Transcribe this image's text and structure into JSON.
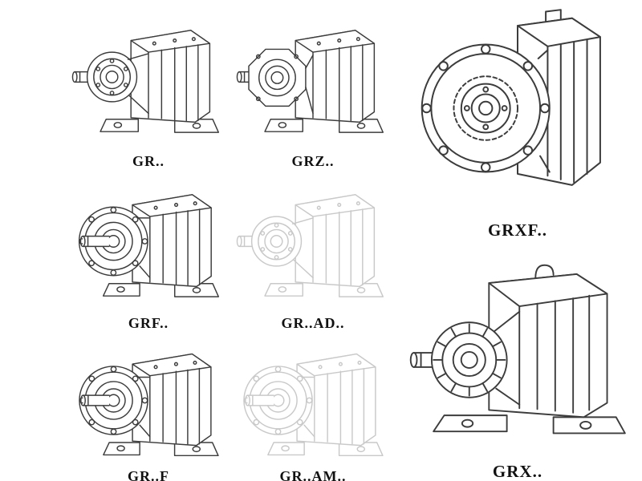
{
  "page": {
    "background": "#ffffff",
    "line_color_dark": "#3c3c3c",
    "line_color_light": "#c9c9c9",
    "label_color": "#111111"
  },
  "catalog": {
    "items": [
      {
        "id": "gr",
        "label": "GR..",
        "drawing": "foot-mounted-helical-gear-unit",
        "tone": "dark"
      },
      {
        "id": "grz",
        "label": "GRZ..",
        "drawing": "foot-mounted-gear-unit-octagonal-face",
        "tone": "dark"
      },
      {
        "id": "grxf",
        "label": "GRXF..",
        "drawing": "flange-mounted-gear-unit-front-view",
        "tone": "dark"
      },
      {
        "id": "grf",
        "label": "GRF..",
        "drawing": "flange-mounted-gear-unit",
        "tone": "dark"
      },
      {
        "id": "gr-ad",
        "label": "GR..AD..",
        "drawing": "gear-unit-with-input-adapter-phantom",
        "tone": "light"
      },
      {
        "id": "gr-f",
        "label": "GR..F",
        "drawing": "foot-and-flange-gear-unit",
        "tone": "dark"
      },
      {
        "id": "gr-am",
        "label": "GR..AM..",
        "drawing": "gear-unit-with-adapter-flange-phantom",
        "tone": "light"
      },
      {
        "id": "grx",
        "label": "GRX..",
        "drawing": "large-foot-mounted-gear-unit",
        "tone": "dark"
      }
    ]
  }
}
